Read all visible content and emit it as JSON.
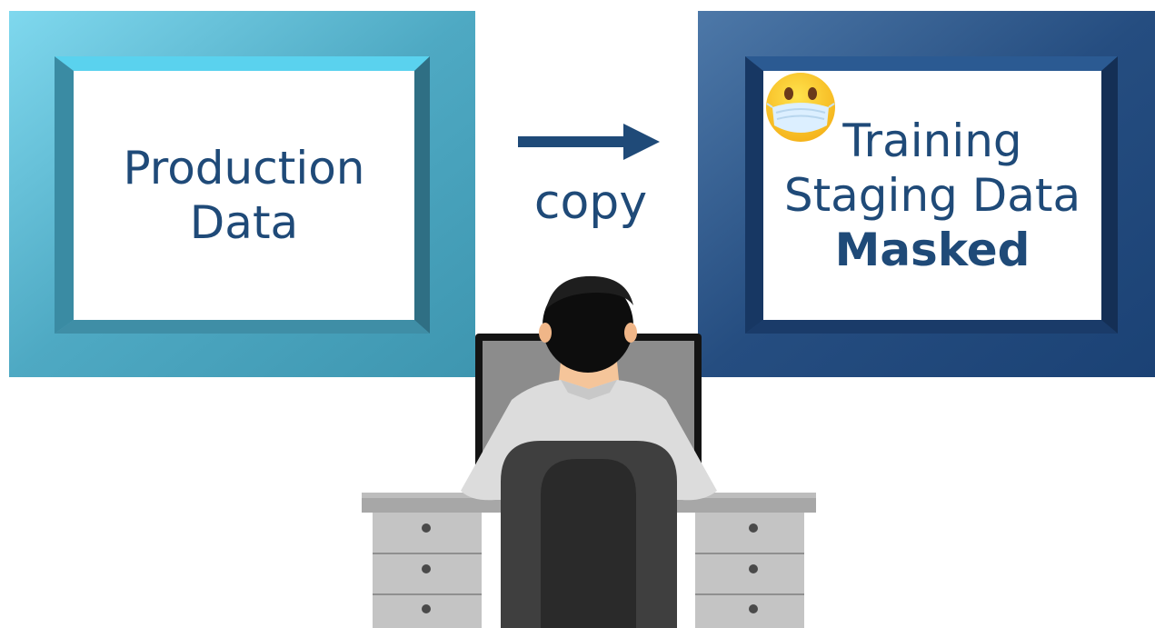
{
  "diagram": {
    "source": {
      "lines": [
        "Production",
        "Data"
      ]
    },
    "arrow": {
      "label": "copy"
    },
    "target": {
      "lines": [
        "Training",
        "Staging Data"
      ],
      "emphasis": "Masked"
    }
  },
  "colors": {
    "text": "#1f4a78",
    "source_frame": "#4aa6c0",
    "target_frame": "#1f4a78",
    "arrow": "#1f4a78"
  },
  "icons": {
    "target_badge": "face-with-medical-mask-icon"
  }
}
